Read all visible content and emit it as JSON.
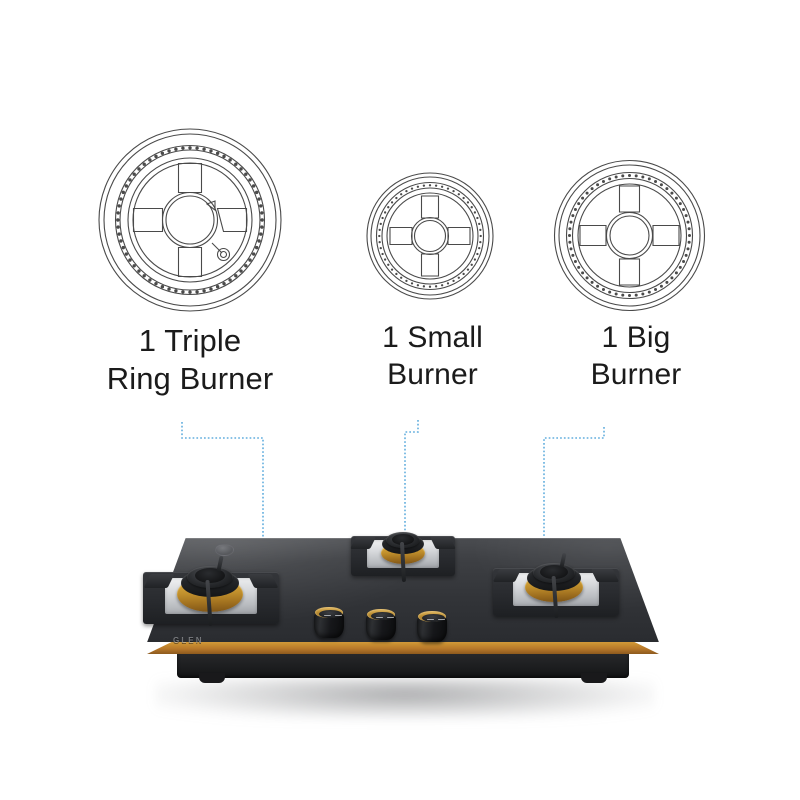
{
  "page": {
    "type": "product-feature-infographic",
    "background_color": "#ffffff"
  },
  "features": [
    {
      "id": "triple-ring",
      "label": "1 Triple\nRing Burner",
      "count": "1",
      "burner_type": "Triple Ring Burner",
      "diagram": "triple-ring-burner-diagram",
      "size": "large"
    },
    {
      "id": "small",
      "label": "1 Small\nBurner",
      "count": "1",
      "burner_type": "Small Burner",
      "diagram": "small-burner-diagram",
      "size": "small"
    },
    {
      "id": "big",
      "label": "1 Big\nBurner",
      "count": "1",
      "burner_type": "Big Burner",
      "diagram": "big-burner-diagram",
      "size": "medium"
    }
  ],
  "connectors": {
    "color": "#62aede",
    "arrow_color": "#1a8fe0",
    "style": "dotted",
    "count": 3
  },
  "product": {
    "name": "glass-gas-hob",
    "brand_mark": "GLEN",
    "surface_color": "#33353a",
    "trim_color": "#c08f2c",
    "burner_count": 3,
    "knob_count": 3,
    "knobs": [
      {
        "id": "knob-left",
        "position": "left"
      },
      {
        "id": "knob-center",
        "position": "center"
      },
      {
        "id": "knob-right",
        "position": "right"
      }
    ],
    "burners": [
      {
        "id": "hob-burner-left",
        "type": "Triple Ring Burner"
      },
      {
        "id": "hob-burner-center",
        "type": "Small Burner"
      },
      {
        "id": "hob-burner-right",
        "type": "Big Burner"
      }
    ]
  }
}
